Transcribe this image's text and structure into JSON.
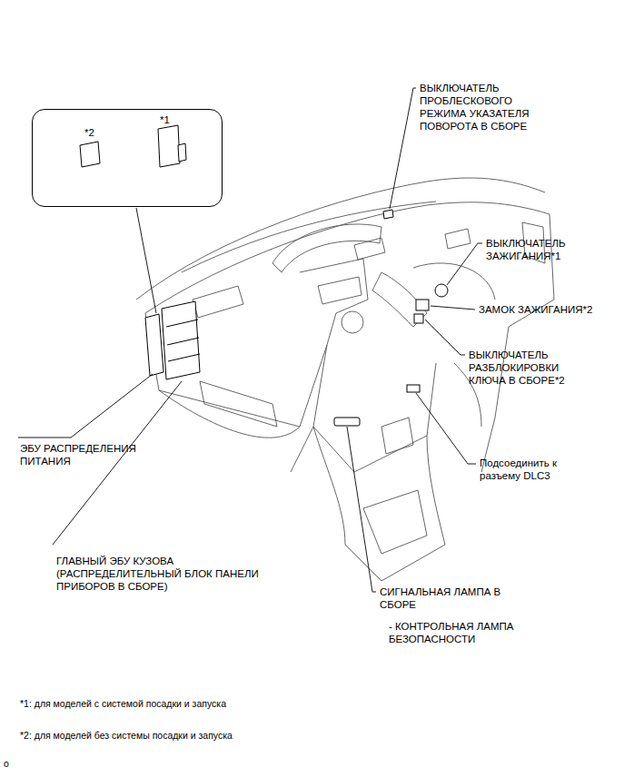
{
  "diagram": {
    "nodes": [
      {
        "text": [
          "*2",
          "*1"
        ]
      }
    ],
    "labels": [
      "ВЫКЛЮЧАТЕЛЬ ПРОБЛЕСКОВОГО РЕЖИМА УКАЗАТЕЛЯ ПОВОРОТА В СБОРЕ",
      "ВЫКЛЮЧАТЕЛЬ ЗАЖИГАНИЯ*1",
      "ЗАМОК ЗАЖИГАНИЯ*2",
      "ВЫКЛЮЧАТЕЛЬ РАЗБЛОКИРОВКИ КЛЮЧА В СБОРЕ*2",
      "Подсоединить к разъему DLC3",
      "ЭБУ РАСПРЕДЕЛЕНИЯ ПИТАНИЯ",
      "ГЛАВНЫЙ ЭБУ КУЗОВА (РАСПРЕДЕЛИТЕЛЬНЫЙ БЛОК ПАНЕЛИ ПРИБОРОВ В СБОРЕ)",
      "СИГНАЛЬНАЯ ЛАМПА В СБОРЕ",
      "- КОНТРОЛЬНАЯ ЛАМПА БЕЗОПАСНОСТИ",
      "*1: для моделей с системой посадки и запуска",
      "*2: для моделей без системы посадки и запуска",
      "o"
    ]
  }
}
